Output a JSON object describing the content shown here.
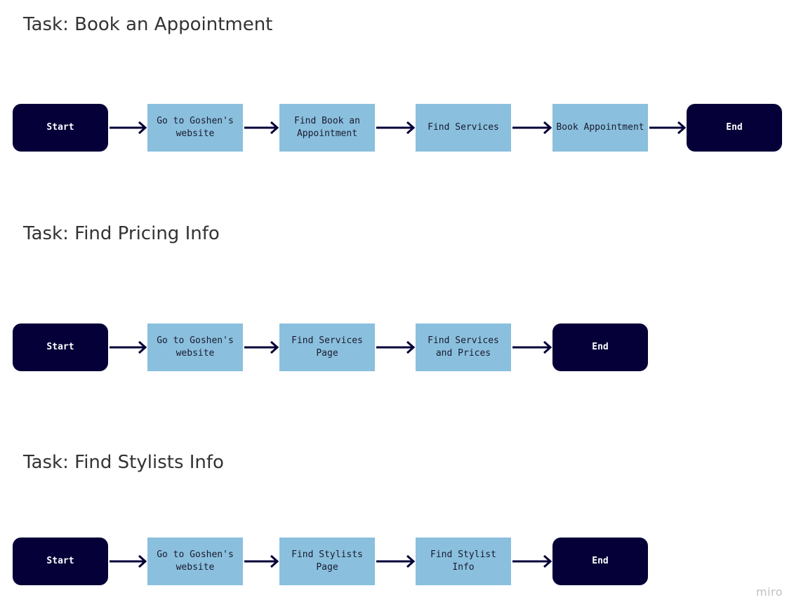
{
  "flows": [
    {
      "title": "Task: Book an Appointment",
      "start": "Start",
      "steps": [
        "Go to Goshen's\nwebsite",
        "Find Book an\nAppointment",
        "Find Services",
        "Book Appointment"
      ],
      "end": "End"
    },
    {
      "title": "Task: Find Pricing Info",
      "start": "Start",
      "steps": [
        "Go to Goshen's\nwebsite",
        "Find Services\nPage",
        "Find Services\nand Prices"
      ],
      "end": "End"
    },
    {
      "title": "Task: Find Stylists Info",
      "start": "Start",
      "steps": [
        "Go to Goshen's\nwebsite",
        "Find Stylists\nPage",
        "Find Stylist\nInfo"
      ],
      "end": "End"
    }
  ],
  "watermark": "miro",
  "colors": {
    "terminal": "#050038",
    "process": "#8ac0de",
    "arrow": "#050038"
  }
}
